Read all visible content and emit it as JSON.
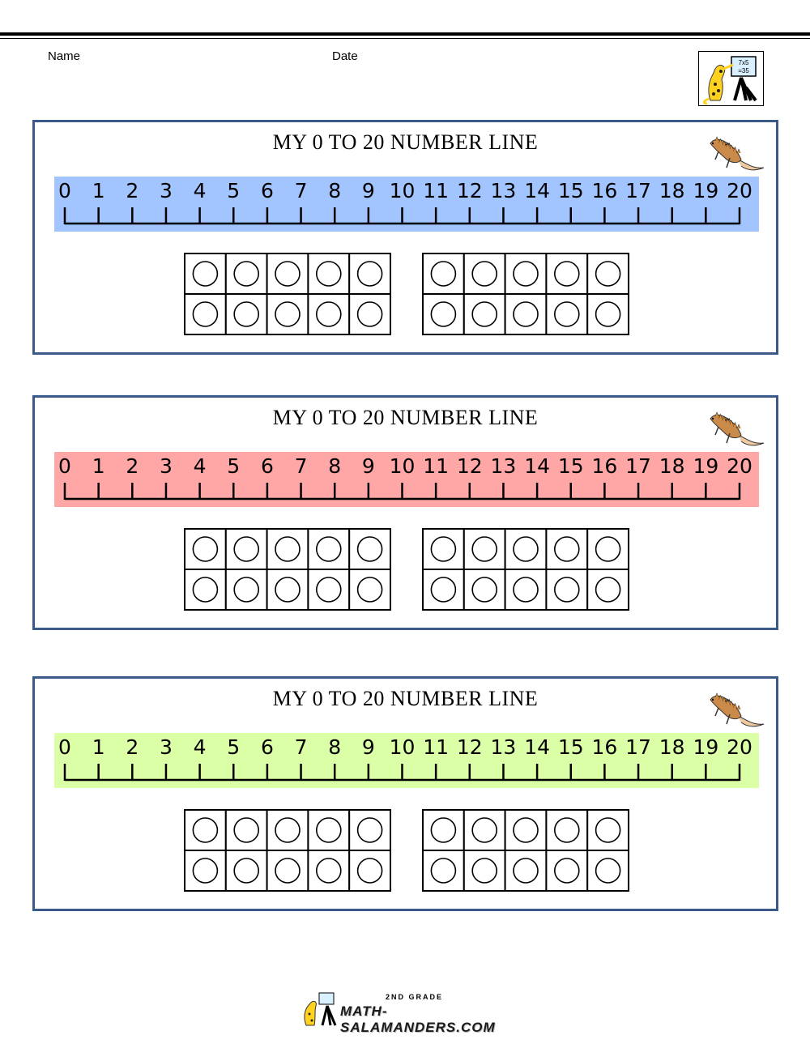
{
  "header": {
    "name_label": "Name",
    "date_label": "Date"
  },
  "logo": {
    "name": "salamander-teacher-icon",
    "board_lines": [
      "7x5",
      "=35"
    ]
  },
  "cards": [
    {
      "title": "MY 0 TO 20 NUMBER LINE",
      "band_color": "#a2c4ff"
    },
    {
      "title": "MY 0 TO 20 NUMBER LINE",
      "band_color": "#ffa6a6"
    },
    {
      "title": "MY 0 TO 20 NUMBER LINE",
      "band_color": "#dbffa6"
    }
  ],
  "number_line": {
    "min": 0,
    "max": 20,
    "labels": [
      "0",
      "1",
      "2",
      "3",
      "4",
      "5",
      "6",
      "7",
      "8",
      "9",
      "10",
      "11",
      "12",
      "13",
      "14",
      "15",
      "16",
      "17",
      "18",
      "19",
      "20"
    ]
  },
  "ten_frame": {
    "rows": 2,
    "cols": 5,
    "frames_per_card": 2
  },
  "colors": {
    "card_border": "#3b5a8a",
    "lizard_body": "#c98a4a"
  },
  "footer": {
    "grade": "2ND GRADE",
    "site": "MATH-SALAMANDERS.COM"
  }
}
